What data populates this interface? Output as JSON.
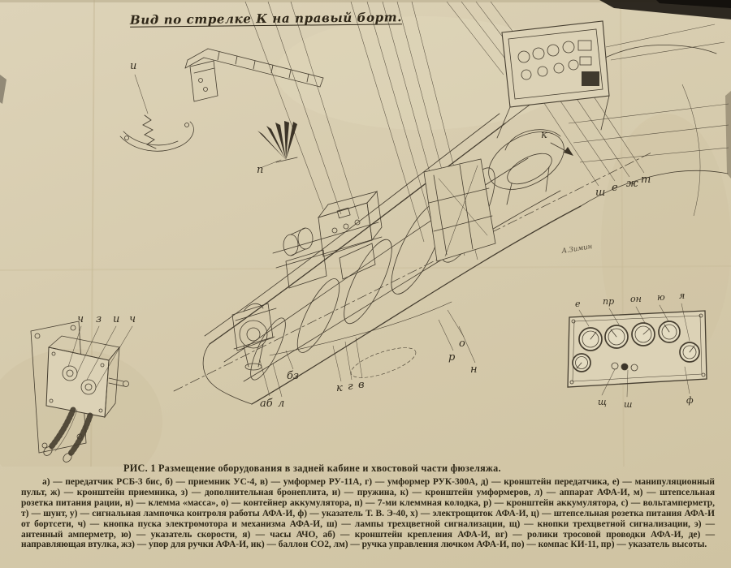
{
  "page": {
    "view_note": "Вид по стрелке К на правый борт.",
    "signature": "А.Зимин"
  },
  "figure": {
    "caption_title": "РИС. 1 Размещение оборудования в задней кабине и хвостовой части фюзеляжа.",
    "legend": "а) — передатчик РСБ-3 бис, б) — приемник УС-4, в) — умформер РУ-11А, г) — умформер РУК-300А, д) — кронштейн передатчика, е) — манипуляционный пульт, ж) — кронштейн приемника, з) — дополнительная бронеплита, и) — пружина, к) — кронштейн умформеров, л) — аппарат АФА-И, м) — штепсельная розетка питания рации, н) — клемма «масса», о) — контейнер аккумулятора, п) — 7-ми клеммная колодка, р) — кронштейн аккумулятора, с) — вольтамперметр, т) — шунт, у) — сигнальная лампочка контроля работы АФА-И, ф) — указатель Т. В. Э-40, х) — электрощиток АФА-И, ц) — штепсельная розетка питания АФА-И от бортсети, ч) — кнопка пуска электромотора и механизма АФА-И, ш) — лампы трехцветной сигнализации, щ) — кнопки трехцветной сигнализации, э) — антенный амперметр, ю) — указатель скорости, я) — часы АЧО, аб) — кронштейн крепления АФА-И, вг) — ролики тросовой проводки АФА-И, де) — направляющая втулка, жз) — упор для ручки АФА-И, ик) — баллон СО2, лм) — ручка управления лючком АФА-И, по) — компас КИ-11, пр) — указатель высоты."
  },
  "labels": {
    "detail_top": {
      "i": "и",
      "p": "п"
    },
    "view_arrow": "к",
    "cockpit": [
      "ш",
      "е",
      "ж",
      "т"
    ],
    "fuselage": {
      "r": "р",
      "o": "о",
      "n": "н",
      "ab": "аб",
      "l": "л",
      "bz": "бз",
      "k": "к",
      "g": "г",
      "v": "в"
    },
    "box": [
      "ч",
      "з",
      "и",
      "ч"
    ],
    "panel_top": [
      "е",
      "пр",
      "он",
      "ю",
      "я"
    ],
    "panel_bottom": [
      "щ",
      "ш",
      "ф"
    ]
  },
  "colors": {
    "paper": "#d7ccae",
    "ink": "#443c2e",
    "text": "#2d2718"
  }
}
